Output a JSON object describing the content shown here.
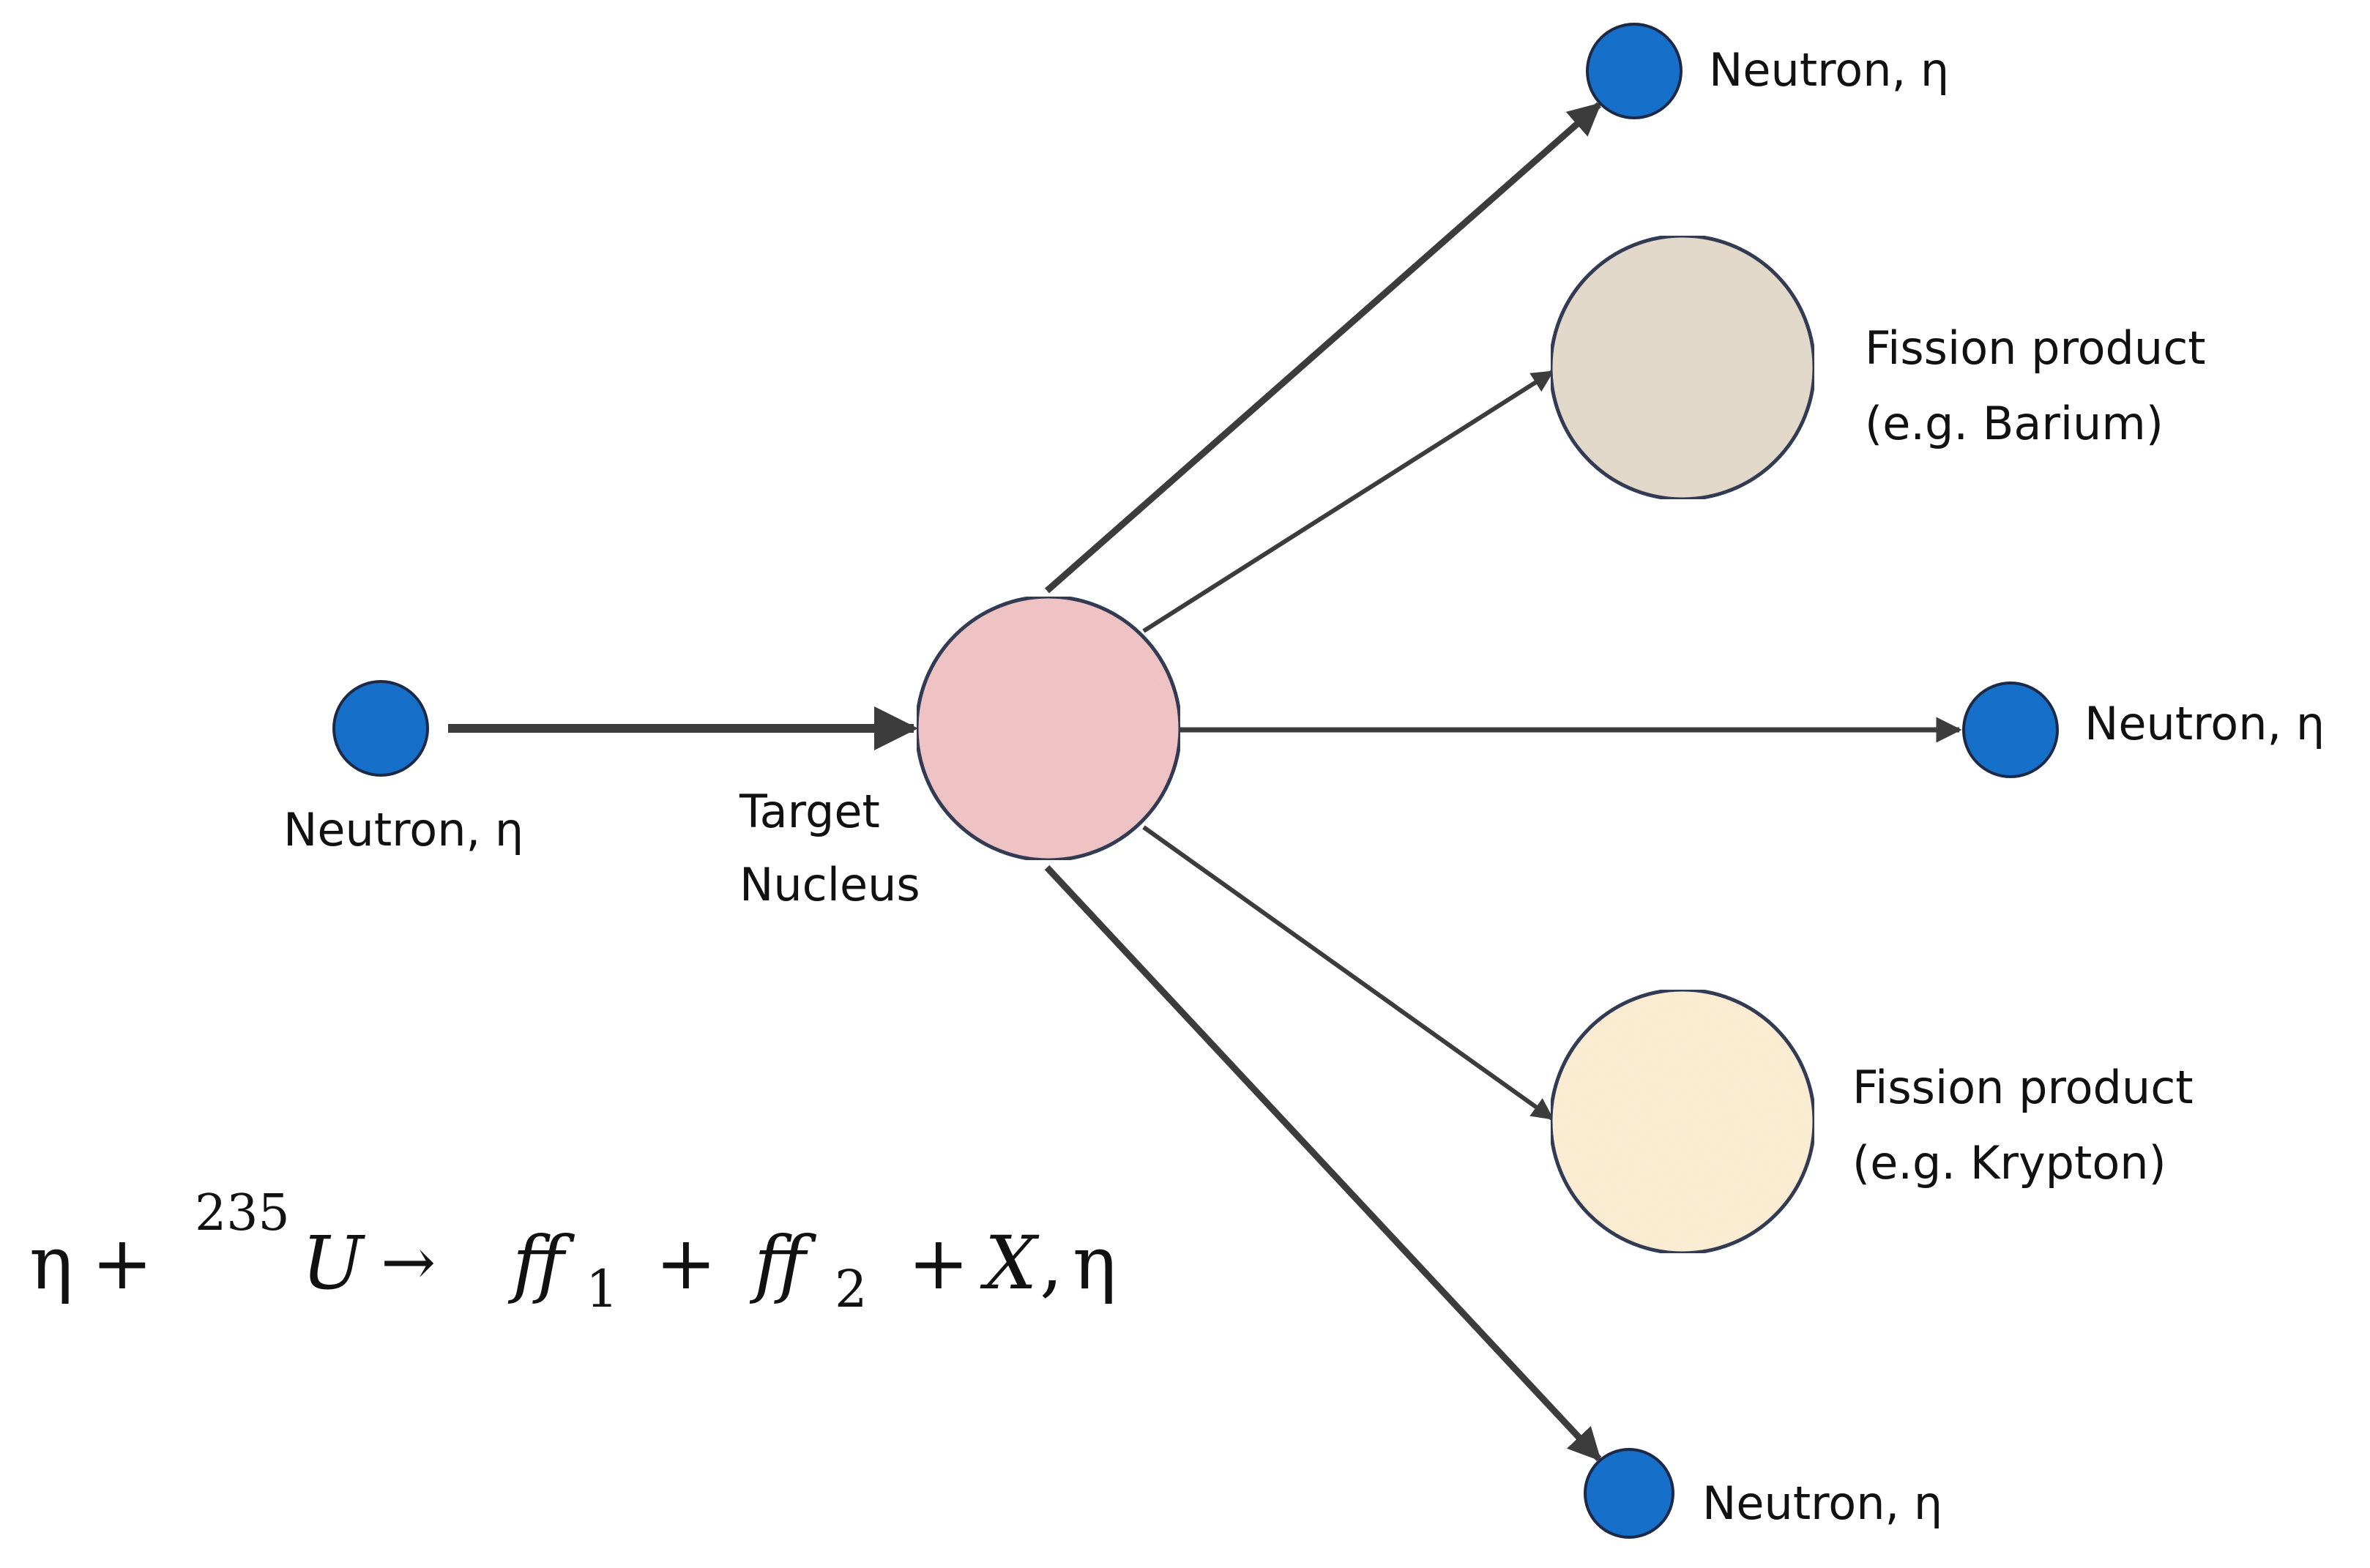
{
  "colors": {
    "neutron": "#1670c9",
    "target_nucleus": "#f1c3c4",
    "fission_barium": "#e4dacb",
    "fission_krypton": "#fdeed3",
    "arrow": "#3c3c3c",
    "outline": "#1c2a48"
  },
  "labels": {
    "incoming_neutron": "Neutron, η",
    "target_line1": "Target",
    "target_line2": "Nucleus",
    "neutron_top": "Neutron, η",
    "neutron_middle": "Neutron, η",
    "neutron_bottom": "Neutron, η",
    "barium_line1": "Fission product",
    "barium_line2": "(e.g. Barium)",
    "krypton_line1": "Fission product",
    "krypton_line2": "(e.g. Krypton)"
  },
  "equation": {
    "eta": "η",
    "plus": "+",
    "mass_number": "235",
    "element": "U",
    "arrow": "→",
    "ff": "ff",
    "sub1": "1",
    "sub2": "2",
    "x": "X",
    "comma": ",",
    "eta_end": "η"
  }
}
